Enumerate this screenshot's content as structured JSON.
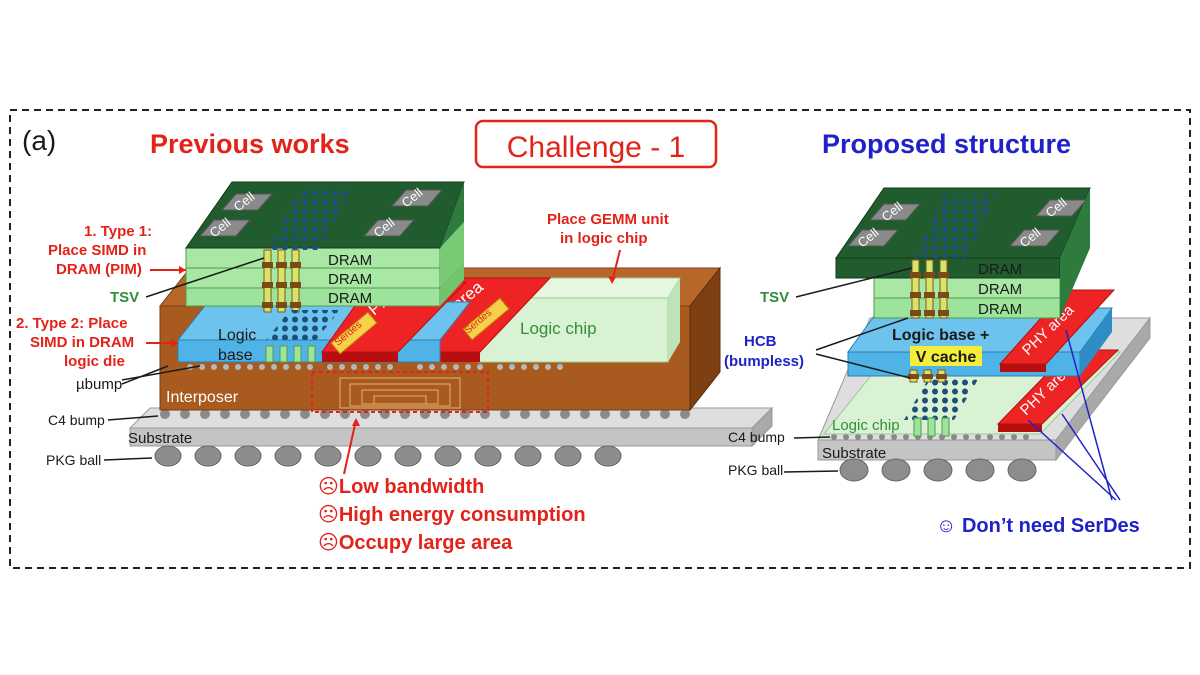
{
  "panel_label": "(a)",
  "challenge_label": "Challenge - 1",
  "left": {
    "title": "Previous works",
    "type1": [
      "1. Type 1:",
      "Place SIMD in",
      "DRAM (PIM)"
    ],
    "type2": [
      "2. Type 2: Place",
      "SIMD in DRAM",
      "logic die"
    ],
    "tsv": "TSV",
    "ubump": "µbump",
    "c4bump": "C4 bump",
    "substrate": "Substrate",
    "pkgball": "PKG ball",
    "interposer": "Interposer",
    "logic_base": [
      "Logic",
      "base"
    ],
    "serdes": "Serdes",
    "phy_area": "PHY area",
    "logic_chip": "Logic chip",
    "gemm": [
      "Place GEMM unit",
      "in logic chip"
    ],
    "cell": "Cell",
    "dram": "DRAM",
    "drawbacks": [
      "☹Low bandwidth",
      "☹High energy consumption",
      "☹Occupy large area"
    ]
  },
  "right": {
    "title": "Proposed structure",
    "tsv": "TSV",
    "hcb": [
      "HCB",
      "(bumpless)"
    ],
    "logic_base": "Logic base +",
    "vcache": "V cache",
    "phy_area": "PHY area",
    "logic_chip": "Logic chip",
    "c4bump": "C4 bump",
    "substrate": "Substrate",
    "pkgball": "PKG ball",
    "cell": "Cell",
    "dram": "DRAM",
    "benefit": "☺ Don’t need SerDes"
  },
  "colors": {
    "red": "#e32219",
    "blue": "#1f22c8",
    "green": "#2f8f3a",
    "dram_light": "#9ee39b",
    "dram_dark": "#215c2e",
    "logic_blue": "#4fb3e8",
    "interposer": "#a85a1f",
    "substrate": "#cfcfcf",
    "logic_chip": "#d9f2d3",
    "phy": "#ee2424"
  }
}
